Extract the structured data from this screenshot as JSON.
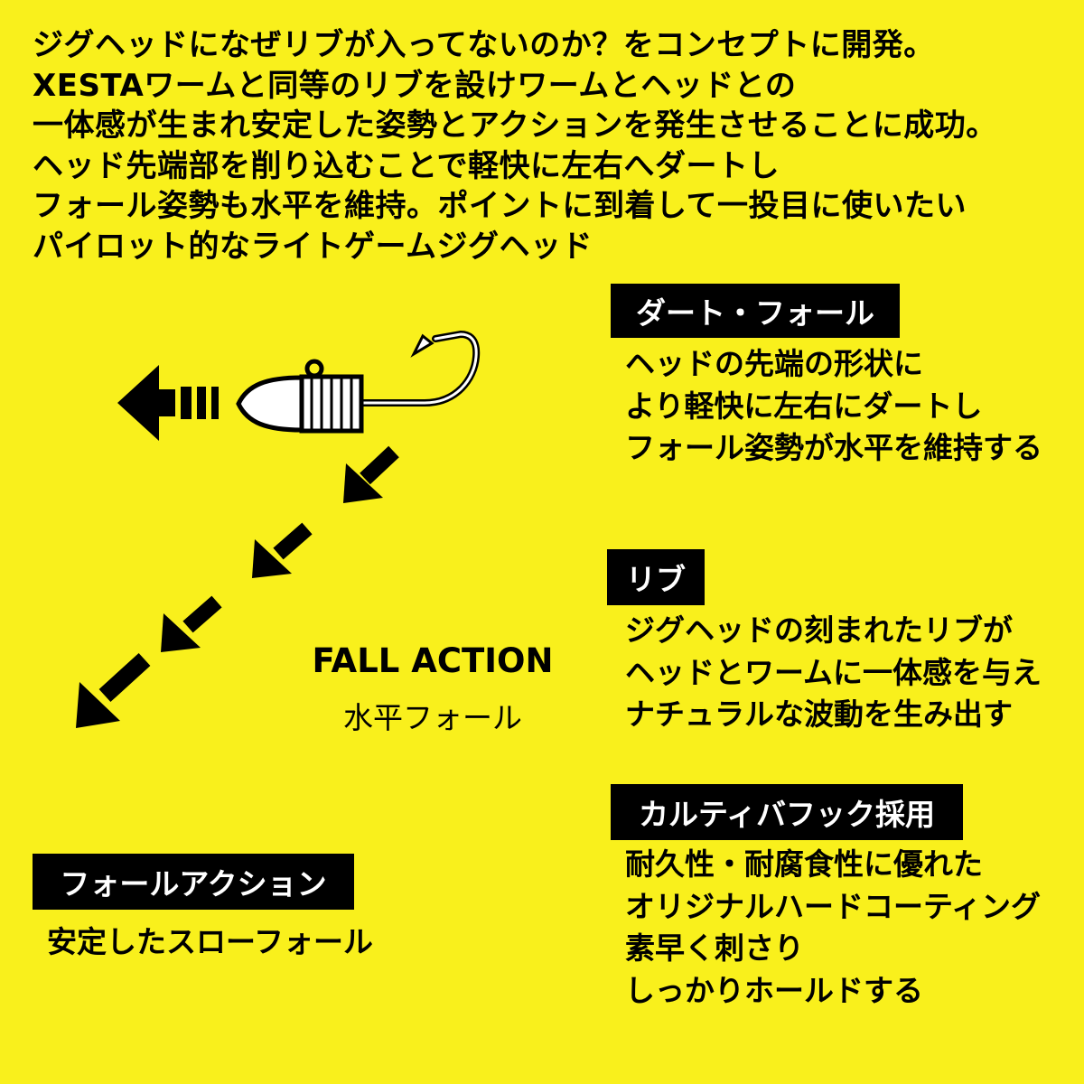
{
  "intro": {
    "lines": [
      "ジグヘッドになぜリブが入ってないのか？をコンセプトに開発。",
      "XESTAワームと同等のリブを設けワームとヘッドとの",
      "一体感が生まれ安定した姿勢とアクションを発生させることに成功。",
      "ヘッド先端部を削り込むことで軽快に左右へダートし",
      "フォール姿勢も水平を維持。ポイントに到着して一投目に使いたい",
      "パイロット的なライトゲームジグヘッド"
    ]
  },
  "features": {
    "dart_fall": {
      "title": "ダート・フォール",
      "lines": [
        "ヘッドの先端の形状に",
        "より軽快に左右にダートし",
        "フォール姿勢が水平を維持する"
      ]
    },
    "rib": {
      "title": "リブ",
      "lines": [
        "ジグヘッドの刻まれたリブが",
        "ヘッドとワームに一体感を与え",
        "ナチュラルな波動を生み出す"
      ]
    },
    "hook": {
      "title": "カルティバフック採用",
      "lines": [
        "耐久性・耐腐食性に優れた",
        "オリジナルハードコーティング",
        "素早く刺さり",
        "しっかりホールドする"
      ]
    }
  },
  "fall_action": {
    "title": "フォールアクション",
    "description": "安定したスローフォール"
  },
  "diagram": {
    "caption_en": "FALL ACTION",
    "caption_jp": "水平フォール"
  },
  "colors": {
    "background": "#f9f01c",
    "label_bg": "#000000",
    "label_text": "#ffffff"
  }
}
